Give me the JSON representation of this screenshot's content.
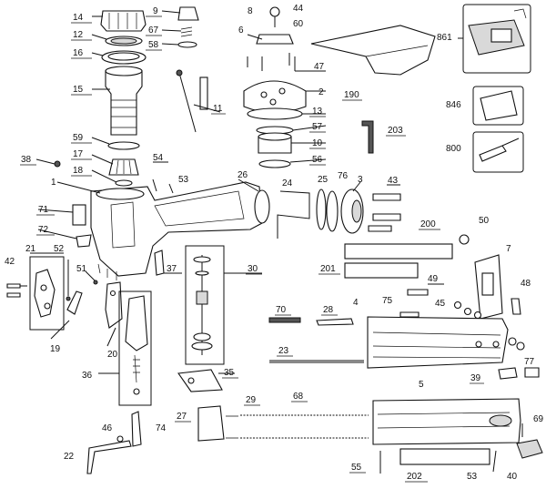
{
  "diagram": {
    "labels": {
      "p14": "14",
      "p12": "12",
      "p16": "16",
      "p15": "15",
      "p59": "59",
      "p17": "17",
      "p18": "18",
      "p38": "38",
      "p1": "1",
      "p71": "71",
      "p72": "72",
      "p21": "21",
      "p52": "52",
      "p42": "42",
      "p51": "51",
      "p19": "19",
      "p20": "20",
      "p36": "36",
      "p9": "9",
      "p67": "67",
      "p58": "58",
      "p11": "11",
      "p54": "54",
      "p53a": "53",
      "p37": "37",
      "p30": "30",
      "p26": "26",
      "p24": "24",
      "p25": "25",
      "p76": "76",
      "p3": "3",
      "p43": "43",
      "p8": "8",
      "p44": "44",
      "p60": "60",
      "p6": "6",
      "p47": "47",
      "p2": "2",
      "p13": "13",
      "p57": "57",
      "p10": "10",
      "p56": "56",
      "p190": "190",
      "p203": "203",
      "p861": "861",
      "p846": "846",
      "p800": "800",
      "p50": "50",
      "p7": "7",
      "p200": "200",
      "p201": "201",
      "p49": "49",
      "p48": "48",
      "p45": "45",
      "p75": "75",
      "p70": "70",
      "p28": "28",
      "p4": "4",
      "p23": "23",
      "p35": "35",
      "p39": "39",
      "p77": "77",
      "p5": "5",
      "p27": "27",
      "p29": "29",
      "p68": "68",
      "p69": "69",
      "p46": "46",
      "p74": "74",
      "p22": "22",
      "p55": "55",
      "p202": "202",
      "p53b": "53",
      "p40": "40"
    }
  }
}
